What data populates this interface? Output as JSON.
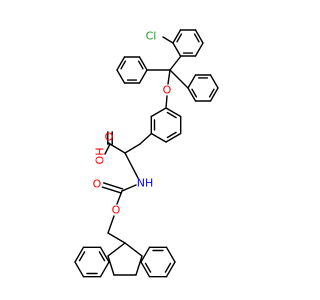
{
  "molecule": {
    "labels": {
      "cl": "Cl",
      "o_ether": "O",
      "o_acid": "O",
      "oh": "OH",
      "nh": "NH",
      "o_carbonyl": "O",
      "o_ester": "O"
    },
    "colors": {
      "bond": "#000000",
      "chlorine": "#1fa01f",
      "oxygen": "#ff0000",
      "nitrogen": "#0000ff"
    }
  }
}
